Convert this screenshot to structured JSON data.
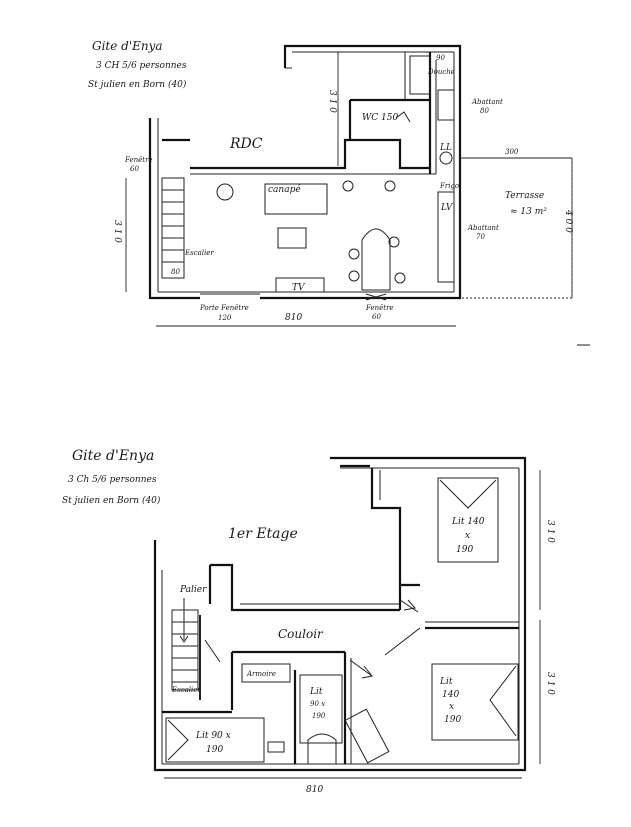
{
  "ground": {
    "title1": "Gite d'Enya",
    "title2": "3 CH   5/6 personnes",
    "title3": "St julien en Born (40)",
    "level": "RDC",
    "douche": "Douche",
    "d90": "90",
    "wc": "WC 150",
    "abattant80": "Abattant",
    "n80": "80",
    "ll": "LL",
    "dim300": "300",
    "frigo": "Frigo",
    "terrasse": "Terrasse",
    "terrasse_area": "≈ 13 m²",
    "lv": "LV",
    "abattant70": "Abattant",
    "n70": "70",
    "fenetre60a": "Fenêtre",
    "f60a": "60",
    "canape": "canapé",
    "escalier": "Escalier",
    "n80b": "80",
    "tv": "TV",
    "porte_fenetre": "Porte Fenêtre",
    "pf120": "120",
    "fenetre60b": "Fenêtre",
    "f60b": "60",
    "dim310a": "3 1 0",
    "dim310b": "3 1 0",
    "dim810": "810",
    "dim400": "4 0 0"
  },
  "upper": {
    "title1": "Gite d'Enya",
    "title2": "3 Ch    5/6 personnes",
    "title3": "St julien en Born  (40)",
    "level": "1er Etage",
    "lit140a": "Lit 140",
    "xa": "x",
    "n190a": "190",
    "palier": "Palier",
    "couloir": "Couloir",
    "armoire": "Armoire",
    "escalier": "Escalier",
    "lit90a": "Lit",
    "lit90a2": "90 x",
    "lit90a3": "190",
    "lit140b": "Lit",
    "lit140b2": "140",
    "xb": "x",
    "n190b": "190",
    "lit90b": "Lit  90 x",
    "lit90b2": "190",
    "dim310a": "3 1 0",
    "dim310b": "3 1 0",
    "dim810": "810"
  }
}
